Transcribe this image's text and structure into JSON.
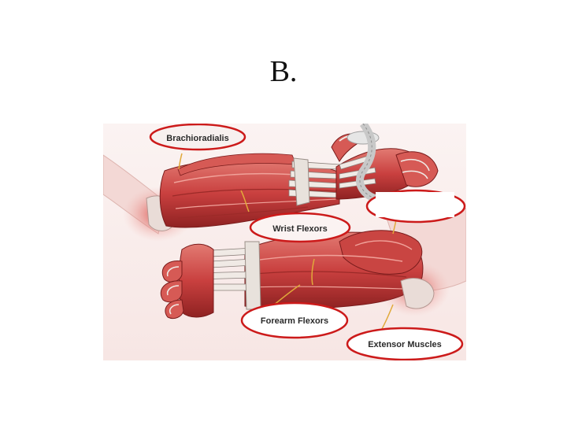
{
  "slide": {
    "title": "B."
  },
  "diagram": {
    "labels": {
      "brachioradialis": "Brachioradialis",
      "wrist_flexors": "Wrist Flexors",
      "forearm_flexors": "Forearm Flexors",
      "extensor_muscles": "Extensor Muscles",
      "hidden_label": ""
    }
  },
  "colors": {
    "muscle": "#c9403f",
    "muscle_dark": "#8f2222",
    "muscle_light": "#e27a72",
    "tendon": "#efe8e2",
    "skin": "#f4dcd8",
    "callout_ring": "#cc1a1a",
    "leader_line": "#e1a93a"
  }
}
